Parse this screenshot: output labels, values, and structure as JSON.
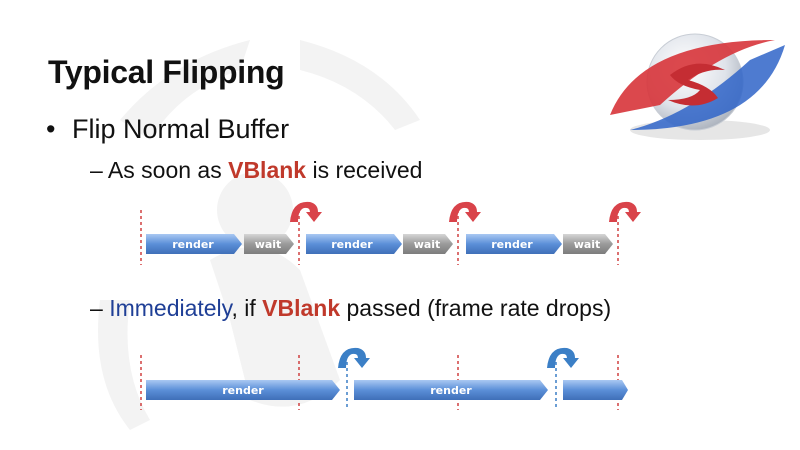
{
  "title": "Typical Flipping",
  "bullet": {
    "marker": "•",
    "text": "Flip Normal  Buffer"
  },
  "sub1": {
    "dash": "– ",
    "prefix": "As soon as ",
    "highlight": "VBlank",
    "suffix": " is received"
  },
  "sub2": {
    "dash": "– ",
    "highlight1": "Immediately",
    "mid1": ", if ",
    "highlight2": "VBlank",
    "suffix": " passed (frame rate drops)"
  },
  "diagram1": {
    "blocks": [
      {
        "label": "render",
        "kind": "render"
      },
      {
        "label": "wait",
        "kind": "wait"
      },
      {
        "label": "render",
        "kind": "render"
      },
      {
        "label": "wait",
        "kind": "wait"
      },
      {
        "label": "render",
        "kind": "render"
      },
      {
        "label": "wait",
        "kind": "wait"
      }
    ]
  },
  "diagram2": {
    "blocks": [
      {
        "label": "render",
        "kind": "render-long"
      },
      {
        "label": "render",
        "kind": "render-long"
      },
      {
        "label": "",
        "kind": "render-tail"
      }
    ]
  },
  "colors": {
    "render_blue": "#5b8fd8",
    "wait_gray": "#9a9a9a",
    "vsync_red": "#d04040",
    "flip_red": "#d9434a",
    "flip_blue": "#3b7fc6"
  }
}
